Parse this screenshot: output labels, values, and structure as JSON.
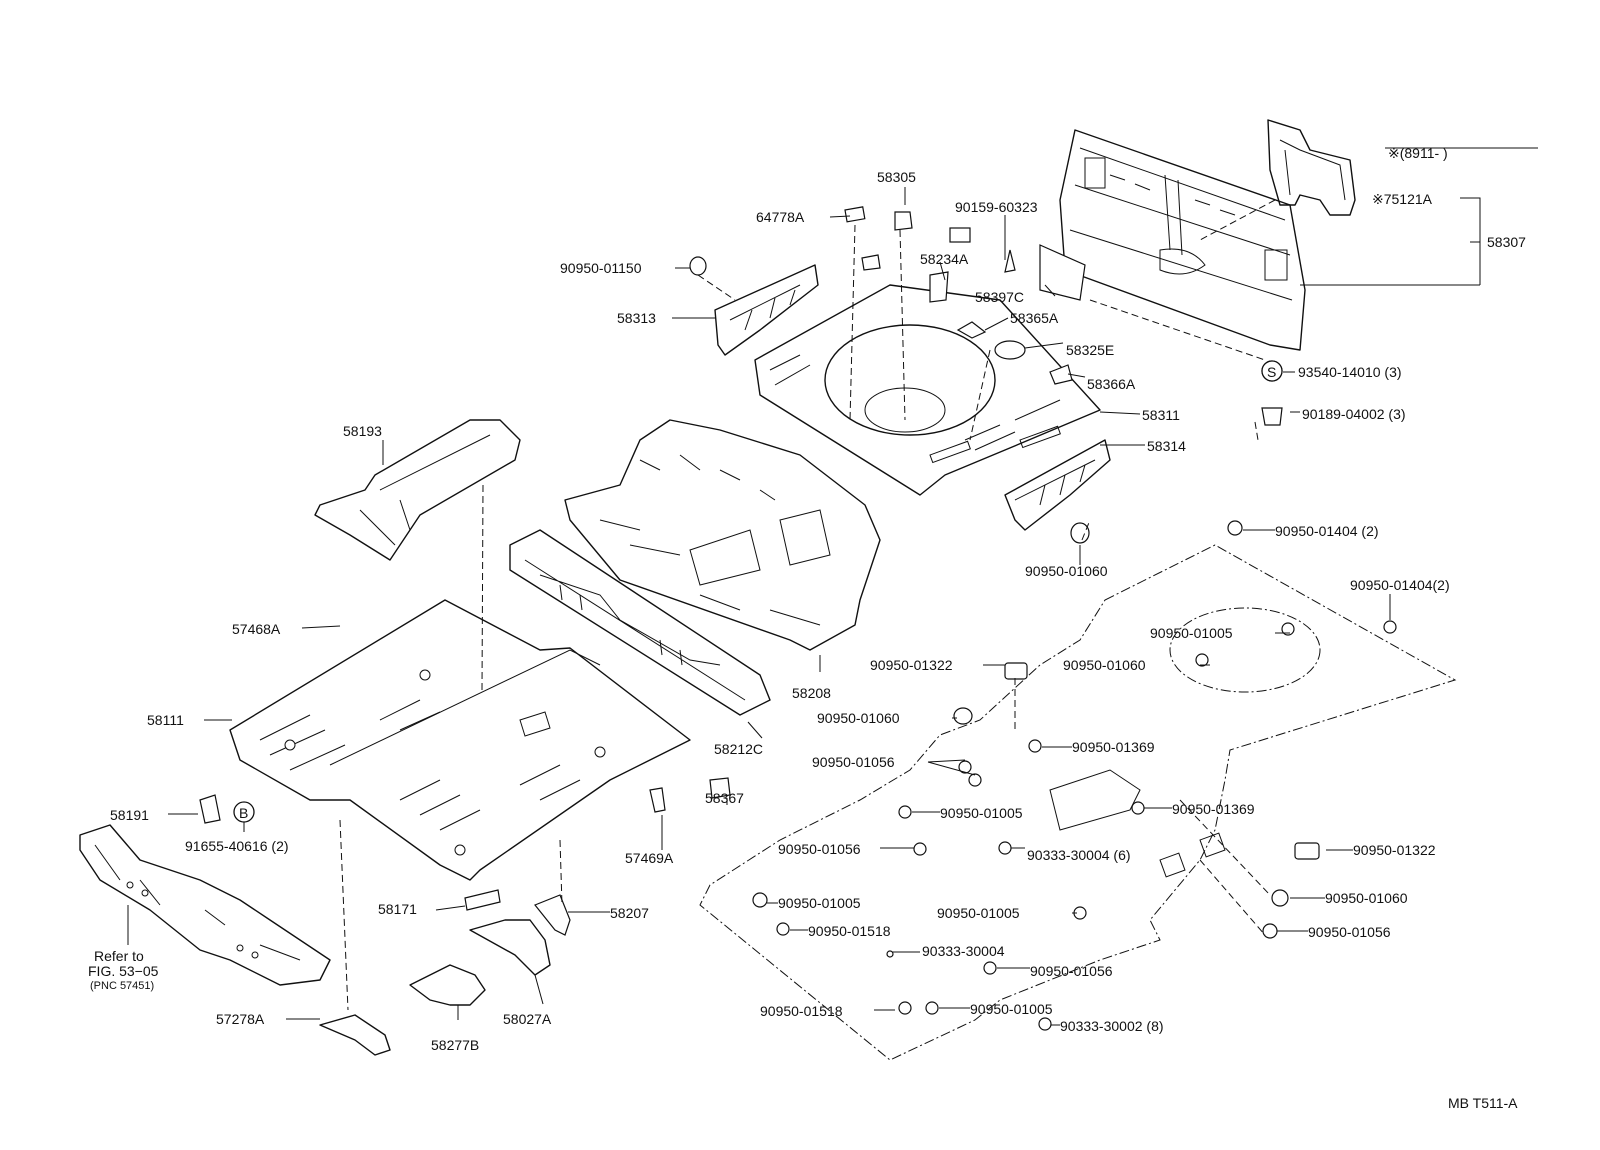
{
  "labels": {
    "p58305": "58305",
    "p64778A": "64778A",
    "p90159_60323": "90159-60323",
    "p90950_01150": "90950-01150",
    "p58234A": "58234A",
    "p58397C": "58397C",
    "p58313": "58313",
    "p58365A": "58365A",
    "p58325E": "58325E",
    "p58366A": "58366A",
    "p58311": "58311",
    "p58314": "58314",
    "p58193": "58193",
    "p90950_01060_a": "90950-01060",
    "note_date": "※(8911-        )",
    "p75121A": "※75121A",
    "p58307": "58307",
    "p93540_14010": "93540-14010 (3)",
    "p90189_04002": "90189-04002 (3)",
    "p90950_01404_a": "90950-01404 (2)",
    "p90950_01404_b": "90950-01404(2)",
    "p90950_01005_a": "90950-01005",
    "p90950_01060_b": "90950-01060",
    "p57468A": "57468A",
    "p58111": "58111",
    "p58208": "58208",
    "p58212C": "58212C",
    "p90950_01322_a": "90950-01322",
    "p90950_01060_c": "90950-01060",
    "p90950_01056_a": "90950-01056",
    "p90950_01369_a": "90950-01369",
    "p58191": "58191",
    "p91655_40616": "91655-40616 (2)",
    "p58367": "58367",
    "p57469A": "57469A",
    "p90950_01005_b": "90950-01005",
    "p90950_01369_b": "90950-01369",
    "p90950_01056_b": "90950-01056",
    "p90333_30004_a": "90333-30004 (6)",
    "p90950_01322_b": "90950-01322",
    "p58171": "58171",
    "p58207": "58207",
    "p90950_01005_c": "90950-01005",
    "p90950_01060_d": "90950-01060",
    "p90950_01518_a": "90950-01518",
    "p90950_01005_d": "90950-01005",
    "p90950_01056_c": "90950-01056",
    "p90333_30004_b": "90333-30004",
    "p90950_01056_d": "90950-01056",
    "p90950_01518_b": "90950-01518",
    "p90950_01005_e": "90950-01005",
    "p90333_30002": "90333-30002 (8)",
    "p57278A": "57278A",
    "p58277B": "58277B",
    "p58027A": "58027A",
    "refer_line1": "Refer to",
    "refer_line2": "FIG. 53−05",
    "refer_line3": "(PNC 57451)",
    "circle_s": "S",
    "circle_b": "B",
    "drawing_code": "MB T511-A"
  }
}
